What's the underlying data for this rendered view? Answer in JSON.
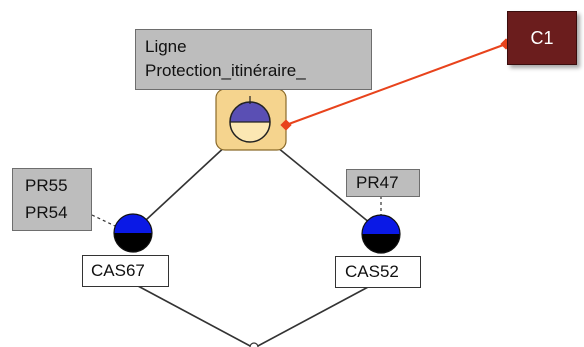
{
  "callout": {
    "label": "C1"
  },
  "main_node": {
    "line1": "Ligne",
    "line2": "Protection_itinéraire_"
  },
  "left_branch": {
    "tag_line1": "PR55",
    "tag_line2": "PR54",
    "box": "CAS67"
  },
  "right_branch": {
    "tag": "PR47",
    "box": "CAS52"
  },
  "colors": {
    "callout": "#6b1d1d",
    "connector": "#e8431c",
    "node_highlight": "#f5d48e",
    "signal_blue": "#0a19e6",
    "gauge_top": "#5a4fb4",
    "gauge_bottom": "#fbe7b3"
  }
}
